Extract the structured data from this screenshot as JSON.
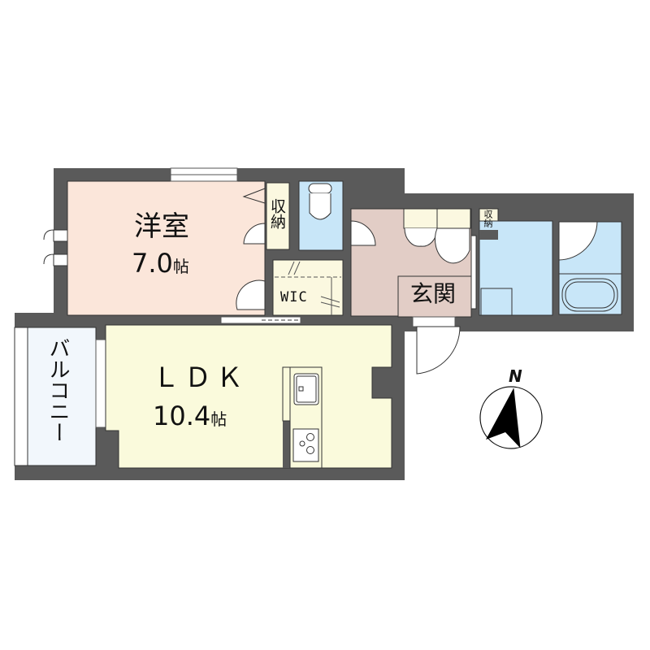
{
  "floor_plan": {
    "colors": {
      "wall": "#5a5a5a",
      "western_room": "#fbe6da",
      "ldk": "#fafadc",
      "entrance": "#e2cdc6",
      "wet_area": "#c8e6f8",
      "storage": "#fbf8e0",
      "balcony": "#f2f7fc"
    },
    "rooms": [
      {
        "id": "western_room",
        "name": "洋室",
        "area": "7.0",
        "unit": "帖"
      },
      {
        "id": "ldk",
        "name": "ＬＤＫ",
        "area": "10.4",
        "unit": "帖"
      },
      {
        "id": "entrance",
        "name": "玄関"
      },
      {
        "id": "walk_in_closet",
        "name": "WIC"
      },
      {
        "id": "closet_bedroom",
        "name": "収納"
      },
      {
        "id": "closet_washroom",
        "name": "収納"
      },
      {
        "id": "balcony",
        "name": "バルコニー"
      },
      {
        "id": "toilet",
        "name": ""
      },
      {
        "id": "washroom",
        "name": ""
      },
      {
        "id": "bathroom",
        "name": ""
      }
    ],
    "labels": {
      "western_room_name": "洋室",
      "western_room_area": "7.0",
      "unit": "帖",
      "ldk_name": "ＬＤＫ",
      "ldk_area": "10.4",
      "entrance": "玄関",
      "wic": "WIC",
      "storage": "収納",
      "balcony": "バルコニー"
    },
    "compass": {
      "label": "N",
      "icon": "north-arrow-icon"
    }
  }
}
